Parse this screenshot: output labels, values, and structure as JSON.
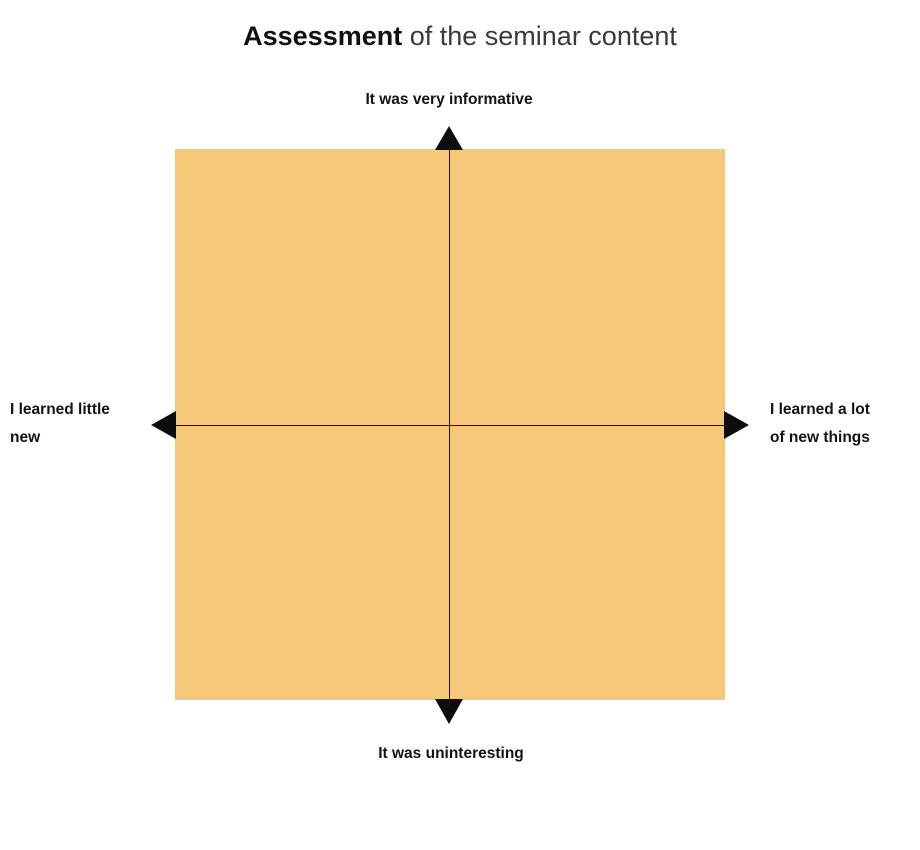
{
  "chart_data": {
    "type": "scatter",
    "title": "Assessment of the seminar content",
    "title_parts": {
      "strong": "Assessment",
      "rest": " of the seminar content"
    },
    "subtitle": "",
    "xlabel": "",
    "ylabel": "",
    "grid": false,
    "legend": null,
    "legend_position": "none",
    "plot_style": "four-quadrant perceptual map",
    "plot_background_color": "#f5c87a",
    "axis_color": "#1a1208",
    "page_background_color": "#ffffff",
    "axes": [
      {
        "name": "vertical-axis",
        "orientation": "vertical",
        "arrow_heads": [
          "up",
          "down"
        ],
        "positive_end_label": "It was very informative",
        "negative_end_label": "It was uninteresting",
        "ticks": [],
        "tick_labels": [],
        "range": null
      },
      {
        "name": "horizontal-axis",
        "orientation": "horizontal",
        "arrow_heads": [
          "left",
          "right"
        ],
        "negative_end_label": "I learned little new",
        "positive_end_label": "I learned a lot of new things",
        "ticks": [],
        "tick_labels": [],
        "range": null
      }
    ],
    "categories": [],
    "values": [],
    "series": [],
    "annotations": [],
    "data_points": []
  },
  "labels": {
    "top": "It was very informative",
    "bottom": "It was uninteresting",
    "left_lines": [
      "I learned little",
      "new"
    ],
    "right_lines": [
      "I learned a lot",
      "of new things"
    ]
  },
  "colors": {
    "quadrant_fill": "#f5c87a",
    "axis": "#1a1208",
    "arrow": "#0d0d0d",
    "title_strong": "#111111",
    "title_rest": "#3a3a3a",
    "label": "#131313",
    "background": "#ffffff"
  }
}
